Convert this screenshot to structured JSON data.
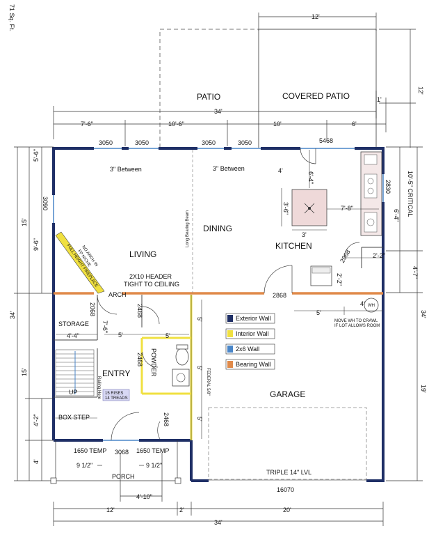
{
  "corner_text": "71 Sq. Ft.",
  "rooms": {
    "patio": "PATIO",
    "covered_patio": "COVERED PATIO",
    "living": "LIVING",
    "dining": "DINING",
    "kitchen": "KITCHEN",
    "garage": "GARAGE",
    "entry": "ENTRY",
    "storage": "STORAGE",
    "powder": "POWDER",
    "porch": "PORCH",
    "box_step": "BOX STEP",
    "up": "UP"
  },
  "notes": {
    "header": "2X10 HEADER",
    "header2": "TIGHT TO CEILING",
    "arch": "ARCH",
    "three_between_1": "3\" Between",
    "three_between_2": "3\" Between",
    "no_arch": "NO ARCH IN",
    "fp_niche": "FP NICHE",
    "full_height": "FULL HEIGHT FIREPLACE",
    "triple_lvl": "TRIPLE 14\" LVL",
    "wh": "WH",
    "move_wh_1": "MOVE WH TO CRAWL",
    "move_wh_2": "IF LOT ALLOWS ROOM",
    "rises_1": "15 RISES",
    "rises_2": "14 TREADS",
    "critical": "10'-5\" CRITICAL",
    "railing": "Railing Here",
    "ceiling_beam": "Long Bearing Beam",
    "federal": "FEDERAL 5/8\""
  },
  "legend": {
    "items": [
      {
        "label": "Exterior Wall",
        "color": "#1f2f66"
      },
      {
        "label": "Interior Wall",
        "color": "#f0e040"
      },
      {
        "label": "2x6 Wall",
        "color": "#4a86c8"
      },
      {
        "label": "Bearing Wall",
        "color": "#e08a4a"
      }
    ]
  },
  "dims": {
    "top_12": "12'",
    "right_12": "12'",
    "right_1": "1'",
    "total_34_top": "34'",
    "d_7_6": "7'-6\"",
    "d_10_6": "10'-6\"",
    "d_10": "10'",
    "d_6": "6'",
    "w_3050_a": "3050",
    "w_3050_b": "3050",
    "w_3050_c": "3050",
    "w_3050_d": "3050",
    "w_5468": "5468",
    "w_3090": "3090",
    "k_4": "4'",
    "k_6_4": "6'-4\"",
    "k_3_6": "3'-6\"",
    "k_7_8": "7'-8\"",
    "k_3": "3'",
    "k_2830": "2830",
    "k_6_4b": "6'-4\"",
    "k_2_2": "2'-2\"",
    "k_2068": "2068",
    "k_2_2b": "2'-2\"",
    "d_2868": "2868",
    "d_5_mid": "5'",
    "d_4_mid": "4'",
    "left_5_6": "5'-6\"",
    "left_15_top": "15'",
    "left_9_6": "9'-6\"",
    "left_34": "34'",
    "left_15_bot": "15'",
    "left_4_2": "4'-2\"",
    "left_4": "4'",
    "right_10_5": "10'-5\"",
    "right_4_7": "4'-7\"",
    "right_34": "34'",
    "right_19": "19'",
    "s_7_6": "7'-6\"",
    "s_4_4": "4'-4\"",
    "s_5_a": "5'",
    "s_5_b": "5'",
    "s_2068": "2068",
    "s_2468_a": "2468",
    "s_2468_b": "2468",
    "s_2468_c": "2468",
    "g_5_a": "5'",
    "g_5_b": "5'",
    "g_5_c": "5'",
    "w_1650_a": "1650 TEMP",
    "w_1650_b": "1650 TEMP",
    "w_3068": "3068",
    "d_9_half_a": "9 1/2\"",
    "d_9_half_b": "9 1/2\"",
    "d_4_10": "4'-10\"",
    "w_16070": "16070",
    "b_12": "12'",
    "b_2": "2'",
    "b_20": "20'",
    "b_34": "34'"
  }
}
